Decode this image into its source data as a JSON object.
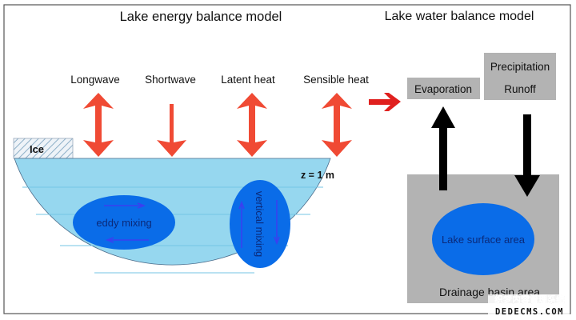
{
  "titles": {
    "energy": "Lake energy balance model",
    "water": "Lake water balance model"
  },
  "fluxes": [
    {
      "label": "Longwave",
      "direction": "both"
    },
    {
      "label": "Shortwave",
      "direction": "down"
    },
    {
      "label": "Latent heat",
      "direction": "both"
    },
    {
      "label": "Sensible heat",
      "direction": "both"
    }
  ],
  "lake": {
    "ice_label": "Ice",
    "depth_label": "z = 1 m",
    "eddy_label": "eddy mixing",
    "vertical_label": "vertical mixing"
  },
  "water_balance": {
    "evaporation": "Evaporation",
    "precipitation": "Precipitation",
    "runoff": "Runoff",
    "lake_surface": "Lake surface area",
    "drainage_basin": "Drainage basin area"
  },
  "watermark": {
    "line1": "织梦内容管理系统",
    "line2": "DEDECMS.COM"
  },
  "colors": {
    "red_arrow": "#f04a34",
    "water": "#96d7ef",
    "mixing": "#0a6ce8",
    "gray_box": "#b3b3b3",
    "black_arrow": "#000000"
  }
}
